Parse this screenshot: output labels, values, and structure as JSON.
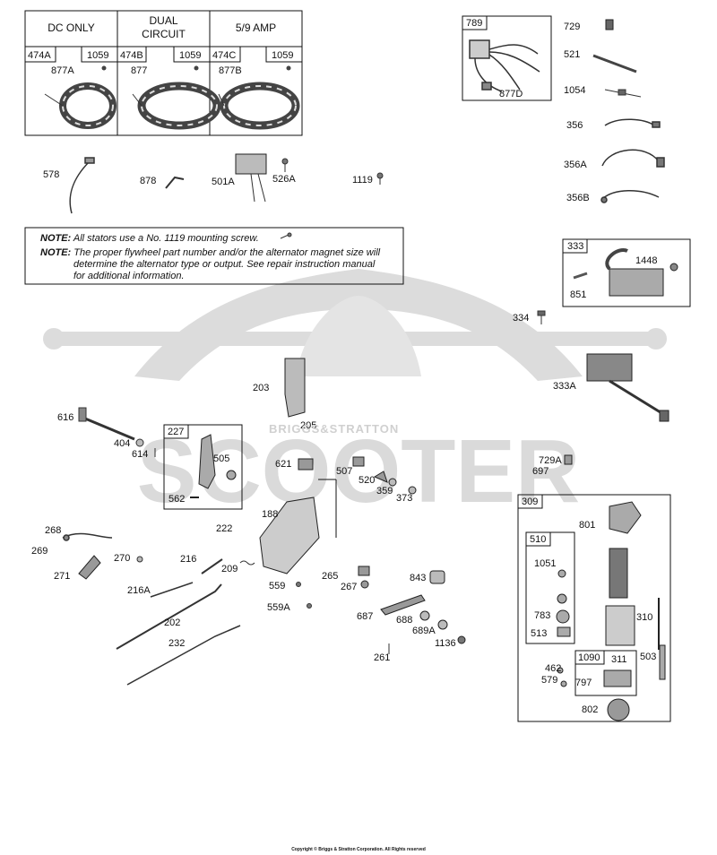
{
  "stator_table": {
    "headers": [
      "DC ONLY",
      "DUAL CIRCUIT",
      "5/9 AMP"
    ],
    "cells": [
      "474A",
      "1059",
      "474B",
      "1059",
      "474C",
      "1059"
    ],
    "parts": [
      "877A",
      "877",
      "877B"
    ]
  },
  "note": {
    "label1": "NOTE:",
    "text1": "All stators use a No. 1119 mounting screw.",
    "label2": "NOTE:",
    "text2a": "The proper flywheel part number and/or the alternator magnet size will",
    "text2b": "determine the alternator type or output. See repair instruction manual",
    "text2c": "for additional information."
  },
  "boxes": {
    "b789": "789",
    "b333": "333",
    "b227": "227",
    "b309": "309",
    "b510": "510",
    "b1090": "1090"
  },
  "labels": {
    "p578": "578",
    "p878": "878",
    "p501A": "501A",
    "p526A": "526A",
    "p1119": "1119",
    "p877D": "877D",
    "p729": "729",
    "p521": "521",
    "p1054": "1054",
    "p356": "356",
    "p356A": "356A",
    "p356B": "356B",
    "p1448": "1448",
    "p851": "851",
    "p334": "334",
    "p333A": "333A",
    "p203": "203",
    "p205": "205",
    "p616": "616",
    "p404": "404",
    "p614": "614",
    "p505": "505",
    "p562": "562",
    "p621": "621",
    "p507": "507",
    "p520": "520",
    "p359": "359",
    "p373": "373",
    "p729A": "729A",
    "p697": "697",
    "p188": "188",
    "p222": "222",
    "p268": "268",
    "p269": "269",
    "p271": "271",
    "p270": "270",
    "p216": "216",
    "p209": "209",
    "p265": "265",
    "p267": "267",
    "p843": "843",
    "p559": "559",
    "p216A": "216A",
    "p559A": "559A",
    "p687": "687",
    "p688": "688",
    "p689A": "689A",
    "p1136": "1136",
    "p202": "202",
    "p232": "232",
    "p261": "261",
    "p801": "801",
    "p1051": "1051",
    "p783": "783",
    "p513": "513",
    "p310": "310",
    "p503": "503",
    "p311": "311",
    "p462": "462",
    "p579": "579",
    "p797": "797",
    "p802": "802"
  },
  "watermark": {
    "line1": "BRIGGS&STRATTON",
    "line2": "SCOOTER"
  },
  "footer": "Copyright © Briggs & Stratton Corporation. All Rights reserved",
  "colors": {
    "ink": "#1a1a1a",
    "part_fill": "#d9d9d9",
    "part_dark": "#555555",
    "watermark": "#d6d6d6"
  }
}
